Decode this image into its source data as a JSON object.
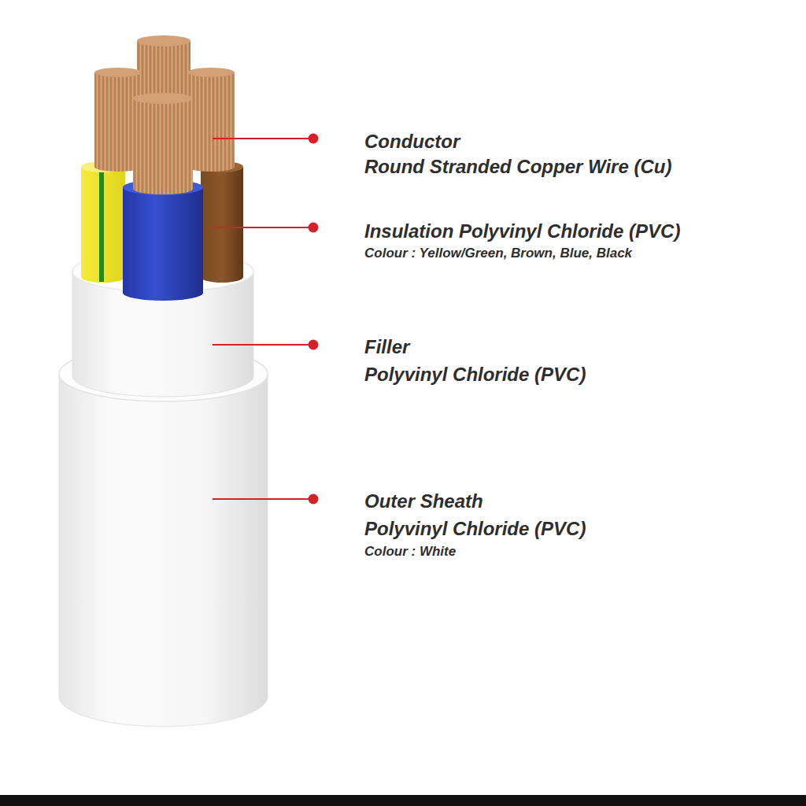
{
  "diagram": {
    "labels": [
      "Conductor",
      "Round Stranded Copper Wire (Cu)",
      "Insulation Polyvinyl Chloride (PVC)",
      "Colour : Yellow/Green, Brown, Blue, Black",
      "Filler",
      "Polyvinyl Chloride (PVC)",
      "Outer Sheath",
      "Polyvinyl Chloride (PVC)",
      "Colour : White"
    ]
  }
}
